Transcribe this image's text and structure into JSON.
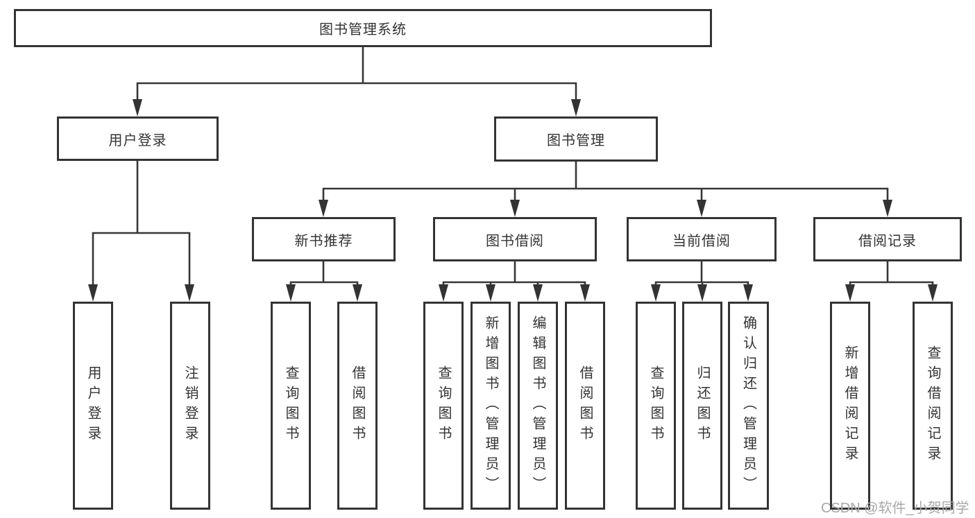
{
  "diagram": {
    "root": {
      "label": "图书管理系统"
    },
    "user_login": {
      "label": "用户登录",
      "children": [
        {
          "label": "用户登录"
        },
        {
          "label": "注销登录"
        }
      ]
    },
    "book_management": {
      "label": "图书管理",
      "children": [
        {
          "label": "新书推荐",
          "children": [
            {
              "label": "查询图书"
            },
            {
              "label": "借阅图书"
            }
          ]
        },
        {
          "label": "图书借阅",
          "children": [
            {
              "label": "查询图书"
            },
            {
              "label": "新增图书（管理员）"
            },
            {
              "label": "编辑图书（管理员）"
            },
            {
              "label": "借阅图书"
            }
          ]
        },
        {
          "label": "当前借阅",
          "children": [
            {
              "label": "查询图书"
            },
            {
              "label": "归还图书"
            },
            {
              "label": "确认归还（管理员）"
            }
          ]
        },
        {
          "label": "借阅记录",
          "children": [
            {
              "label": "新增借阅记录"
            },
            {
              "label": "查询借阅记录"
            }
          ]
        }
      ]
    }
  },
  "colors": {
    "line": "#363636",
    "box_border": "#333333",
    "text": "#333333",
    "watermark": "#a8a8a8",
    "background": "#ffffff"
  },
  "watermark": {
    "text": "CSDN @软件_小贺同学"
  }
}
